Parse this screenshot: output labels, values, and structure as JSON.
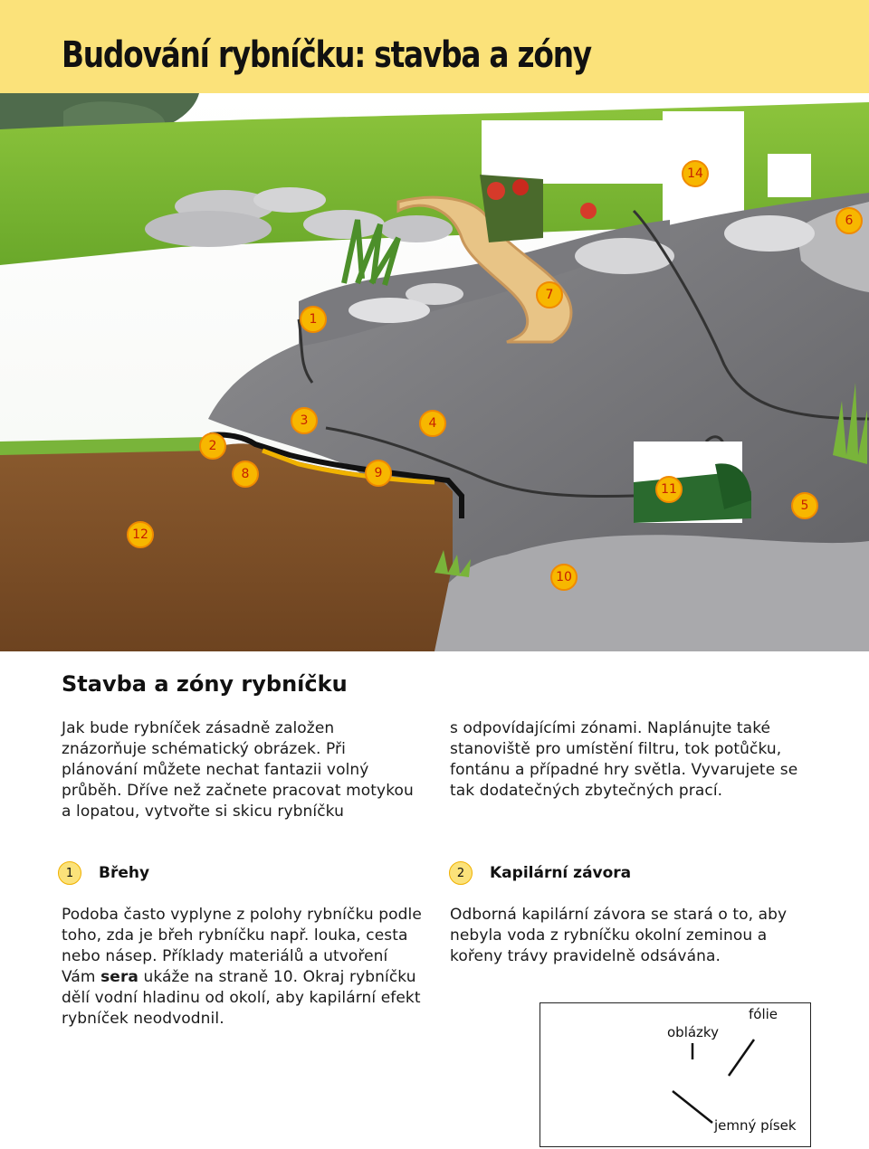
{
  "header": {
    "title": "Budování rybníčku: stavba a zóny",
    "band_color": "#fbe27a"
  },
  "illustration": {
    "markers": [
      {
        "label": "1"
      },
      {
        "label": "2"
      },
      {
        "label": "3"
      },
      {
        "label": "4"
      },
      {
        "label": "5"
      },
      {
        "label": "6"
      },
      {
        "label": "7"
      },
      {
        "label": "8"
      },
      {
        "label": "9"
      },
      {
        "label": "10"
      },
      {
        "label": "11"
      },
      {
        "label": "12"
      },
      {
        "label": "14"
      }
    ],
    "marker_color": "#f7b700"
  },
  "section": {
    "heading": "Stavba a zóny rybníčku",
    "intro_left": "Jak bude rybníček zásadně založen znázorňuje schématický obrázek. Při plánování můžete nechat fantazii volný průběh. Dříve než začnete pracovat motykou a lopatou, vytvořte si skicu rybníčku",
    "intro_right": "s odpovídajícími zónami. Naplánujte také stanoviště pro umístění filtru, tok potůčku, fontánu a případné hry světla. Vyvarujete se tak dodatečných zbytečných prací."
  },
  "items": [
    {
      "number": "1",
      "title": "Břehy",
      "text_a": "Podoba často vyplyne z polohy rybníčku podle toho, zda je břeh rybníčku např. louka, cesta nebo násep. Příklady materiálů a utvoření Vám ",
      "brand": "sera",
      "text_b": " ukáže na straně 10. Okraj rybníčku dělí vodní hladinu od okolí, aby kapilární efekt rybníček neodvodnil."
    },
    {
      "number": "2",
      "title": "Kapilární závora",
      "text": "Odborná kapilární závora se stará o to, aby nebyla voda z rybníčku okolní zeminou a kořeny trávy pravidelně odsávána."
    }
  ],
  "diagram": {
    "labels": {
      "pebbles": "oblázky",
      "foil": "fólie",
      "sand": "jemný písek"
    }
  }
}
